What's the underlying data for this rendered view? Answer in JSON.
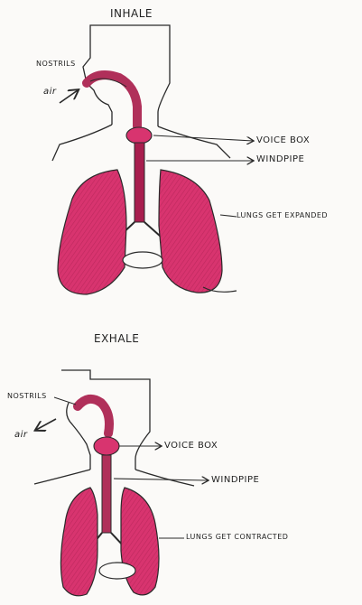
{
  "colors": {
    "lung": "#d8346f",
    "lung_dark": "#a81e4e",
    "airway": "#b0305a",
    "ink": "#2a2a2a",
    "paper": "#fbfaf8"
  },
  "inhale": {
    "title": "INHALE",
    "nostrils": "NOSTRILS",
    "air": "air",
    "voice_box": "VOICE BOX",
    "windpipe": "WINDPIPE",
    "lungs": "LUNGS GET EXPANDED"
  },
  "exhale": {
    "title": "EXHALE",
    "nostrils": "NOSTRILS",
    "air": "air",
    "voice_box": "VOICE BOX",
    "windpipe": "WINDPIPE",
    "lungs": "LUNGS GET CONTRACTED"
  }
}
